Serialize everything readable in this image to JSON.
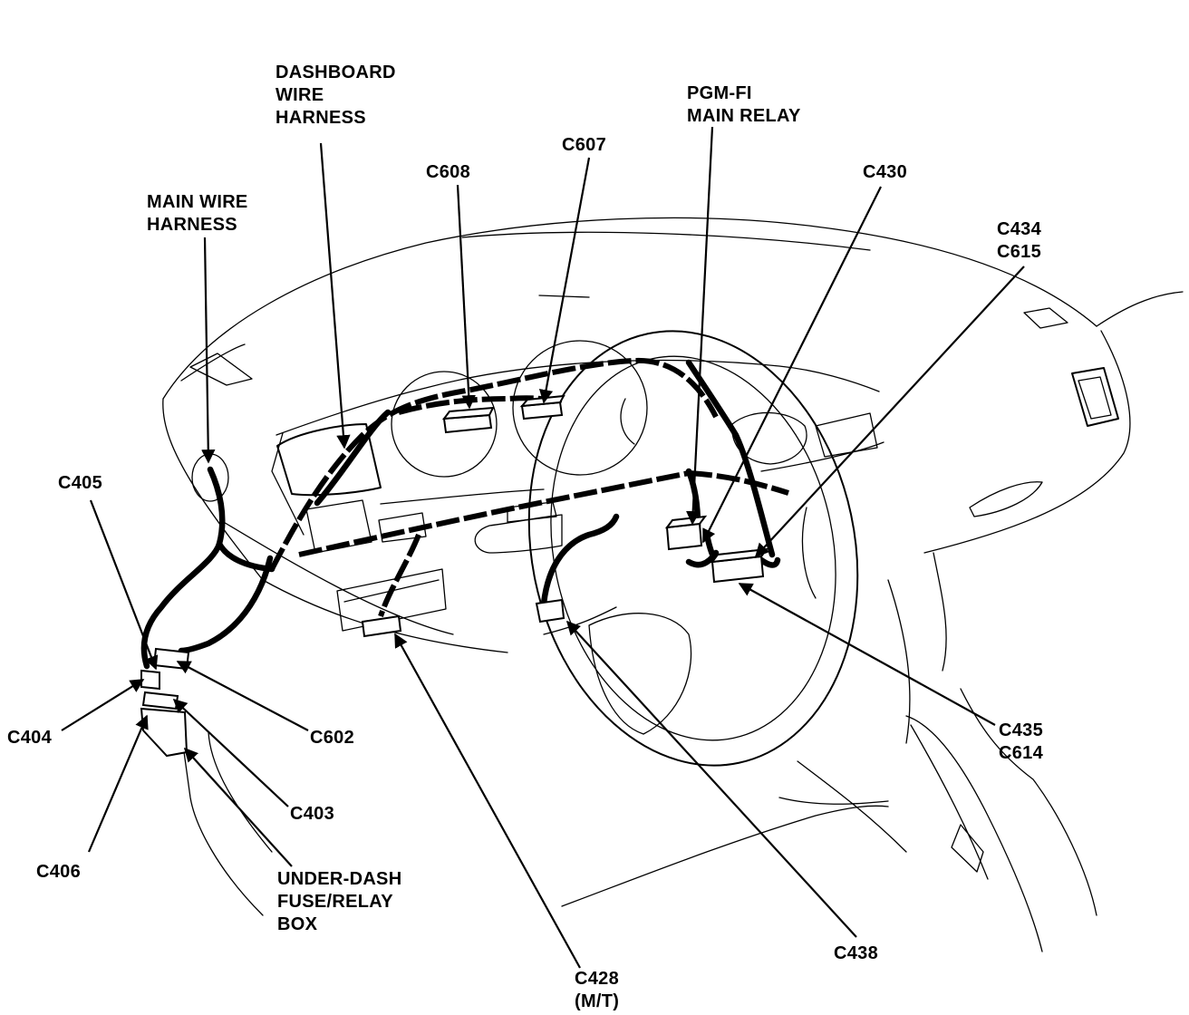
{
  "diagram": {
    "labels": {
      "dashboard_wire_harness": [
        "DASHBOARD",
        "WIRE",
        "HARNESS"
      ],
      "pgm_fi_main_relay": [
        "PGM-FI",
        "MAIN RELAY"
      ],
      "c608": "C608",
      "c607": "C607",
      "c430": "C430",
      "main_wire_harness": [
        "MAIN WIRE",
        "HARNESS"
      ],
      "c434_c615": [
        "C434",
        "C615"
      ],
      "c405": "C405",
      "c404": "C404",
      "c602": "C602",
      "c403": "C403",
      "c406": "C406",
      "under_dash_fuse_relay_box": [
        "UNDER-DASH",
        "FUSE/RELAY",
        "BOX"
      ],
      "c428_mt": [
        "C428",
        "(M/T)"
      ],
      "c438": "C438",
      "c435_c614": [
        "C435",
        "C614"
      ]
    }
  }
}
